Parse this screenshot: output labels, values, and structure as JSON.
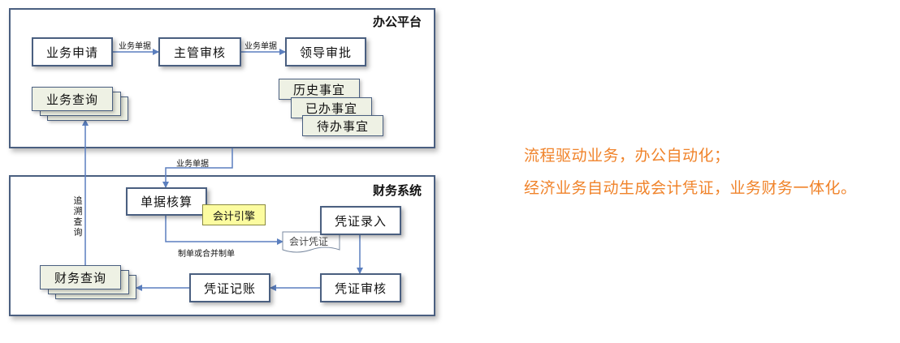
{
  "office_platform": {
    "title": "办公平台",
    "business_apply": "业务申请",
    "supervisor_review": "主管审核",
    "leader_approve": "领导审批",
    "business_query": "业务查询",
    "history_items": "历史事宜",
    "done_items": "已办事宜",
    "todo_items": "待办事宜",
    "arrow_label_1": "业务单据",
    "arrow_label_2": "业务单据"
  },
  "transfer_label": "业务单据",
  "finance_system": {
    "title": "财务系统",
    "document_accounting": "单据核算",
    "accounting_engine": "会计引擎",
    "voucher_entry": "凭证录入",
    "accounting_voucher": "会计凭证",
    "voucher_review": "凭证审核",
    "voucher_posting": "凭证记账",
    "finance_query": "财务查询",
    "make_voucher_label": "制单或合并制单",
    "trace_query_label": [
      "追",
      "溯",
      "查",
      "询"
    ]
  },
  "slogans": [
    "流程驱动业务，办公自动化；",
    "经济业务自动生成会计凭证，业务财务一体化。"
  ],
  "colors": {
    "border": "#4a5f80",
    "arrow": "#5b7fbf",
    "card_fill": "#eef1e4",
    "engine_fill": "#fcfca0",
    "slogan": "#f0832a"
  }
}
